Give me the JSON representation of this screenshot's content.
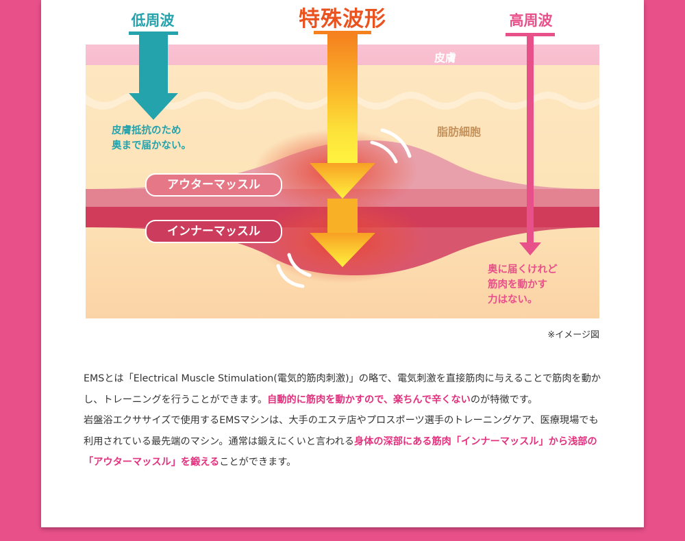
{
  "colors": {
    "background": "#e8508a",
    "low_wave": "#25a3ad",
    "special_wave": "#ea5320",
    "high_wave": "#e8508a",
    "skin": "#f8bfd0",
    "fat": "#fde3b6",
    "outer_muscle": "#e58f9c",
    "inner_muscle": "#d03a58",
    "highlight_text": "#e2317e"
  },
  "diagram": {
    "low_wave": {
      "label": "低周波",
      "note_lines": [
        "皮膚抵抗のため",
        "奥まで届かない。"
      ]
    },
    "special_wave": {
      "label": "特殊波形"
    },
    "high_wave": {
      "label": "高周波",
      "note_lines": [
        "奥に届くけれど",
        "筋肉を動かす",
        "力はない。"
      ]
    },
    "layers": {
      "skin": "皮膚",
      "fat": "脂肪細胞",
      "outer_muscle": "アウターマッスル",
      "inner_muscle": "インナーマッスル"
    },
    "caption": "※イメージ図"
  },
  "description": {
    "paragraph1": {
      "text1": "EMSとは「Electrical Muscle Stimulation(電気的筋肉刺激)」の略で、電気刺激を直接筋肉に与えることで筋肉を動かし、トレーニングを行うことができます。",
      "highlight1": "自動的に筋肉を動かすので、楽ちんで辛くない",
      "text2": "のが特徴です。"
    },
    "paragraph2": {
      "text1": "岩盤浴エクササイズで使用するEMSマシンは、大手のエステ店やプロスポーツ選手のトレーニングケア、医療現場でも利用されている最先端のマシン。通常は鍛えにくいと言われる",
      "highlight1": "身体の深部にある筋肉「インナーマッスル」から浅部の「アウターマッスル」を鍛える",
      "text2": "ことができます。"
    }
  }
}
